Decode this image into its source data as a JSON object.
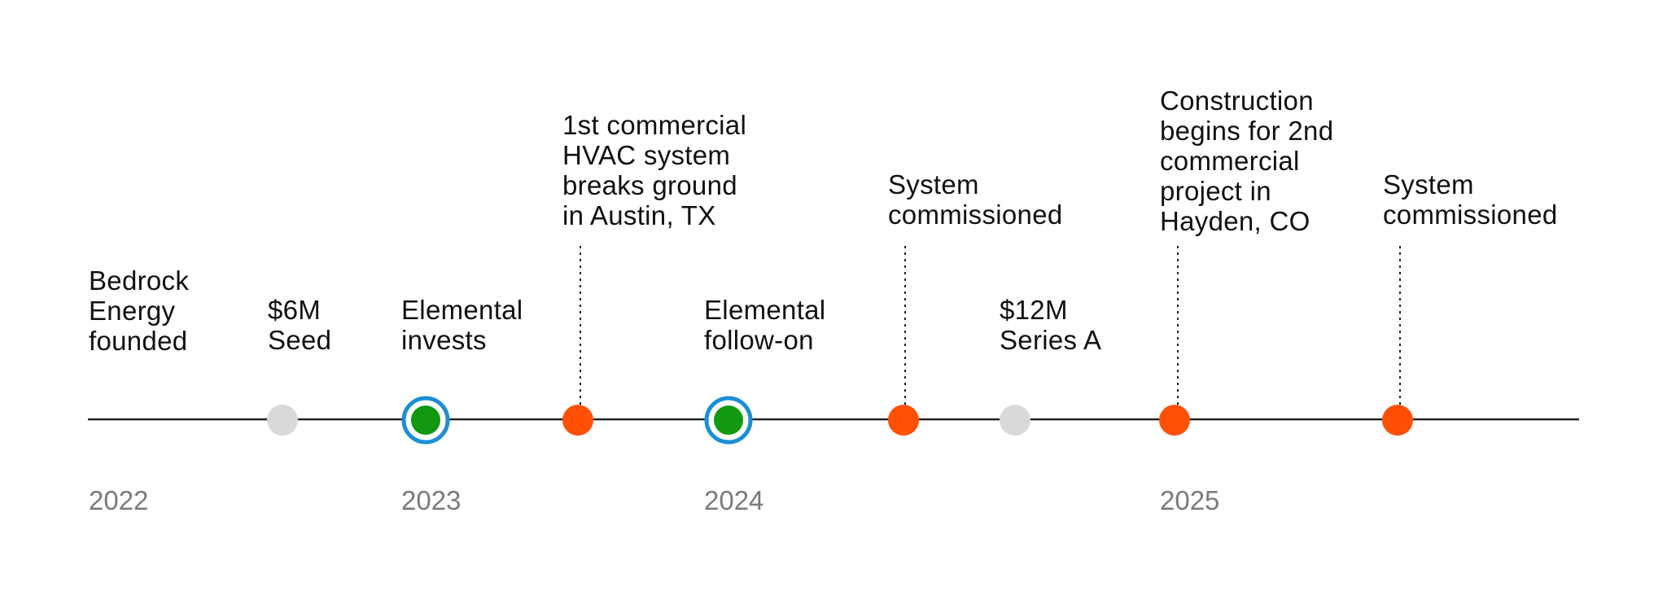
{
  "colors": {
    "axis": "#222222",
    "funding": "#d9d9d9",
    "investor_dot": "#119911",
    "investor_ring": "#1a8fd6",
    "project": "#ff5005",
    "year_text": "#7a7a7a"
  },
  "events": [
    {
      "id": "founded",
      "label": "Bedrock\nEnergy\nfounded",
      "type": "text-only"
    },
    {
      "id": "seed",
      "label": "$6M\nSeed",
      "type": "funding"
    },
    {
      "id": "elemental-invests",
      "label": "Elemental\ninvests",
      "type": "investor"
    },
    {
      "id": "austin",
      "label": "1st commercial\nHVAC system\nbreaks ground\nin Austin, TX",
      "type": "project"
    },
    {
      "id": "elemental-follow-on",
      "label": "Elemental\nfollow-on",
      "type": "investor"
    },
    {
      "id": "commissioned-1",
      "label": "System\ncommissioned",
      "type": "project"
    },
    {
      "id": "series-a",
      "label": "$12M\nSeries A",
      "type": "funding"
    },
    {
      "id": "hayden",
      "label": "Construction\nbegins for 2nd\ncommercial\nproject in\nHayden, CO",
      "type": "project"
    },
    {
      "id": "commissioned-2",
      "label": "System\ncommissioned",
      "type": "project"
    }
  ],
  "years": [
    "2022",
    "2023",
    "2024",
    "2025"
  ]
}
